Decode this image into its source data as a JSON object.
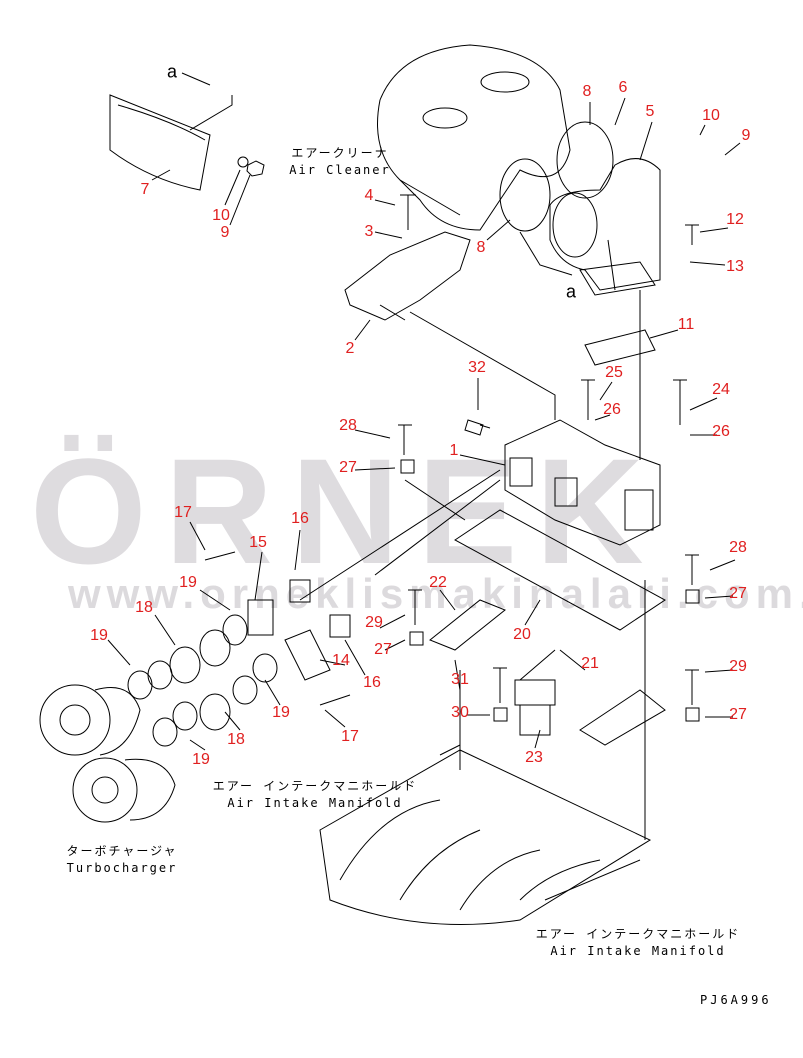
{
  "diagram": {
    "part_numbers": [
      "7",
      "10",
      "9",
      "4",
      "3",
      "8",
      "8",
      "6",
      "5",
      "10",
      "9",
      "12",
      "13",
      "11",
      "2",
      "32",
      "25",
      "24",
      "26",
      "26",
      "28",
      "1",
      "27",
      "17",
      "16",
      "15",
      "28",
      "27",
      "19",
      "22",
      "18",
      "29",
      "20",
      "27",
      "19",
      "16",
      "14",
      "21",
      "29",
      "31",
      "19",
      "30",
      "27",
      "18",
      "17",
      "19",
      "23"
    ],
    "view_markers": [
      "a",
      "a"
    ],
    "captions": [
      {
        "jp": "エアークリーナ",
        "en": "Air Cleaner"
      },
      {
        "jp": "エアー インテークマニホールド",
        "en": "Air Intake Manifold"
      },
      {
        "jp": "エアー インテークマニホールド",
        "en": "Air Intake Manifold"
      },
      {
        "jp": "ターボチャージャ",
        "en": "Turbocharger"
      }
    ],
    "drawing_code": "PJ6A996"
  },
  "watermark": {
    "logo": "ÖRNEK",
    "url": "www.orneklismakinalari.com.tr"
  },
  "colors": {
    "part_number": "#e02020",
    "line": "#000000",
    "watermark": "#d9d6da"
  }
}
